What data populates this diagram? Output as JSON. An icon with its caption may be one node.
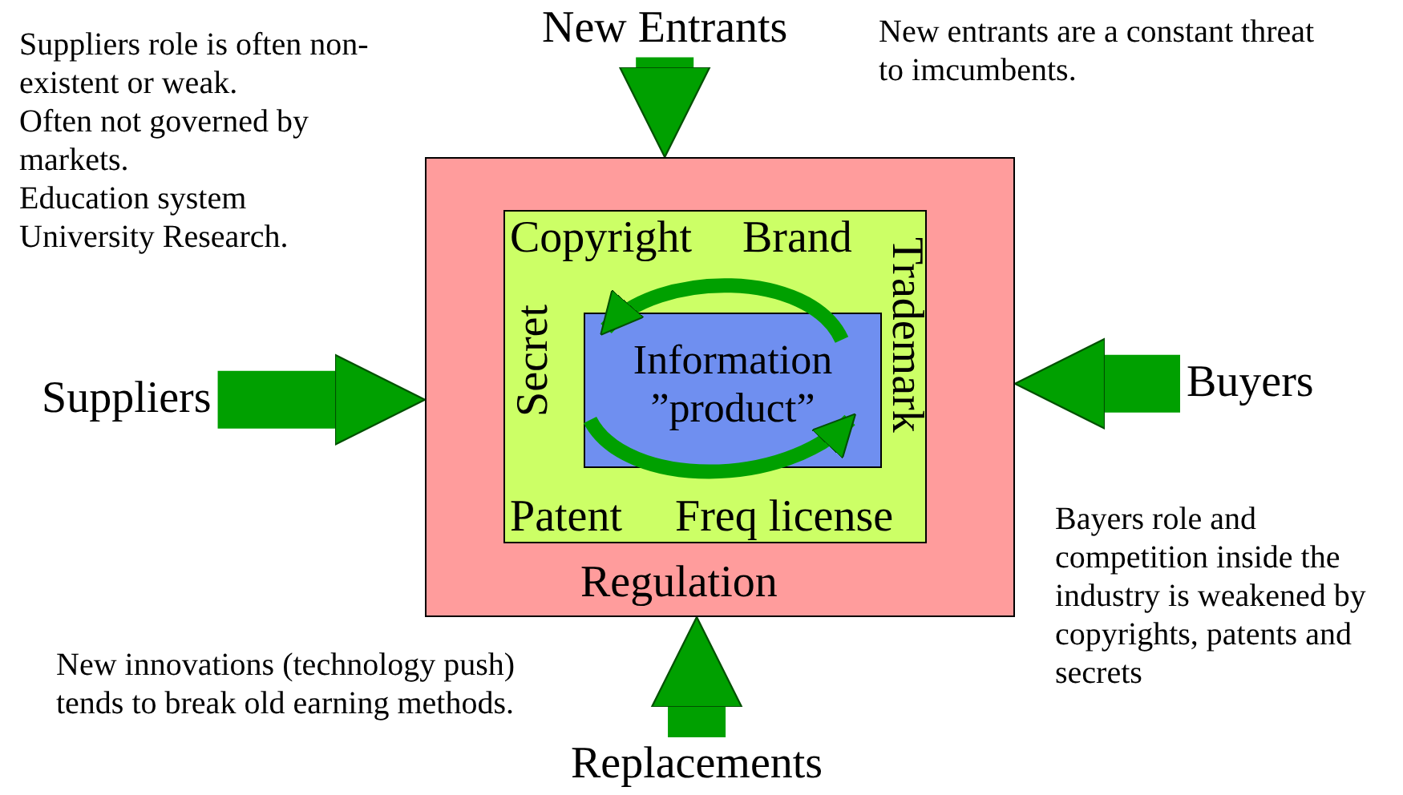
{
  "diagram": {
    "nodes": [
      {
        "text": [
          "Regulation"
        ]
      },
      {
        "text": [
          "Copyright",
          "Brand",
          "Secret",
          "Trademark",
          "Patent",
          "Freq license"
        ],
        "in": 0
      },
      {
        "text": [
          "Information ”product”"
        ],
        "in": 1
      },
      {
        "text": [
          "New Entrants"
        ]
      },
      {
        "text": [
          "Suppliers"
        ]
      },
      {
        "text": [
          "Buyers"
        ]
      },
      {
        "text": [
          "Replacements"
        ]
      }
    ],
    "edges": [
      {
        "from": 3,
        "to": 0,
        "arrow": "to"
      },
      {
        "from": 4,
        "to": 0,
        "arrow": "to"
      },
      {
        "from": 5,
        "to": 0,
        "arrow": "to"
      },
      {
        "from": 6,
        "to": 0,
        "arrow": "to"
      }
    ],
    "labels": [
      "Suppliers role is often non-existent or weak.",
      "Often not governed by markets.",
      "Education system",
      "University Research.",
      "New entrants are a constant threat to imcumbents.",
      "Bayers role and competition inside the industry is weakened by copyrights, patents and secrets",
      "New innovations (technology push) tends to break old earning methods."
    ]
  }
}
